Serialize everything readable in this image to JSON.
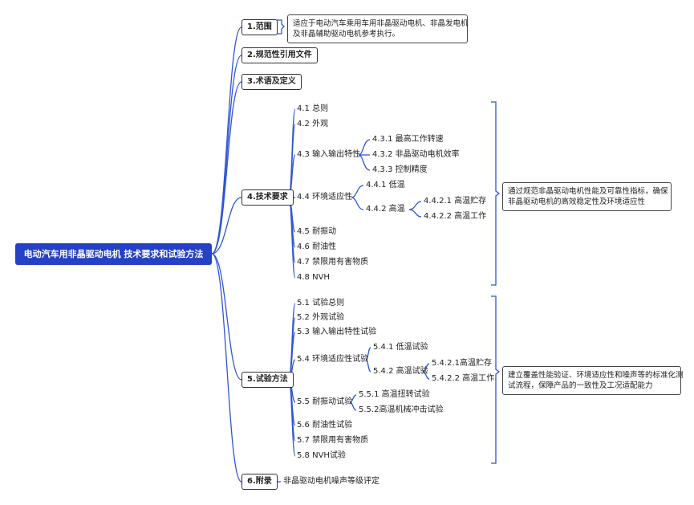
{
  "title": "电动汽车用非晶驱动电机 技术要求和试验方法",
  "sections": {
    "s1": "1.范围",
    "s2": "2.规范性引用文件",
    "s3": "3.术语及定义",
    "s4": "4.技术要求",
    "s5": "5.试验方法",
    "s6": "6.附录"
  },
  "scope_note": {
    "line1": "适应于电动汽车乘用车用非晶驱动电机、非晶发电机",
    "line2": "及非晶辅助驱动电机参考执行。"
  },
  "tech": {
    "n41": "4.1 总则",
    "n42": "4.2 外观",
    "n43": "4.3 输入输出特性",
    "n431": "4.3.1 最高工作转速",
    "n432": "4.3.2 非晶驱动电机效率",
    "n433": "4.3.3 控制精度",
    "n44": "4.4 环境适应性",
    "n441": "4.4.1 低温",
    "n442": "4.4.2 高温",
    "n4421": "4.4.2.1 高温贮存",
    "n4422": "4.4.2.2 高温工作",
    "n45": "4.5 耐振动",
    "n46": "4.6 耐油性",
    "n47": "4.7 禁限用有害物质",
    "n48": "4.8 NVH",
    "note_line1": "通过规范非晶驱动电机性能及可靠性指标，确保",
    "note_line2": "非晶驱动电机的高效稳定性及环境适应性"
  },
  "test": {
    "n51": "5.1 试验总则",
    "n52": "5.2 外观试验",
    "n53": "5.3 输入输出特性试验",
    "n54": "5.4 环境适应性试验",
    "n541": "5.4.1 低温试验",
    "n542": "5.4.2  高温试验",
    "n5421": "5.4.2.1高温贮存",
    "n5422": "5.4.2.2 高温工作",
    "n55": "5.5 耐振动试验",
    "n551": "5.5.1 高温扭转试验",
    "n552": "5.5.2高温机械冲击试验",
    "n56": "5.6 耐油性试验",
    "n57": "5.7 禁限用有害物质",
    "n58": "5.8 NVH试验",
    "note_line1": "建立覆盖性能验证、环境适应性和噪声等的标准化测",
    "note_line2": "试流程，保障产品的一致性及工况适配能力"
  },
  "appendix": {
    "n61": "非晶驱动电机噪声等级评定"
  },
  "colors": {
    "root_bg": "#2541c5",
    "link": "#2f55d4"
  }
}
